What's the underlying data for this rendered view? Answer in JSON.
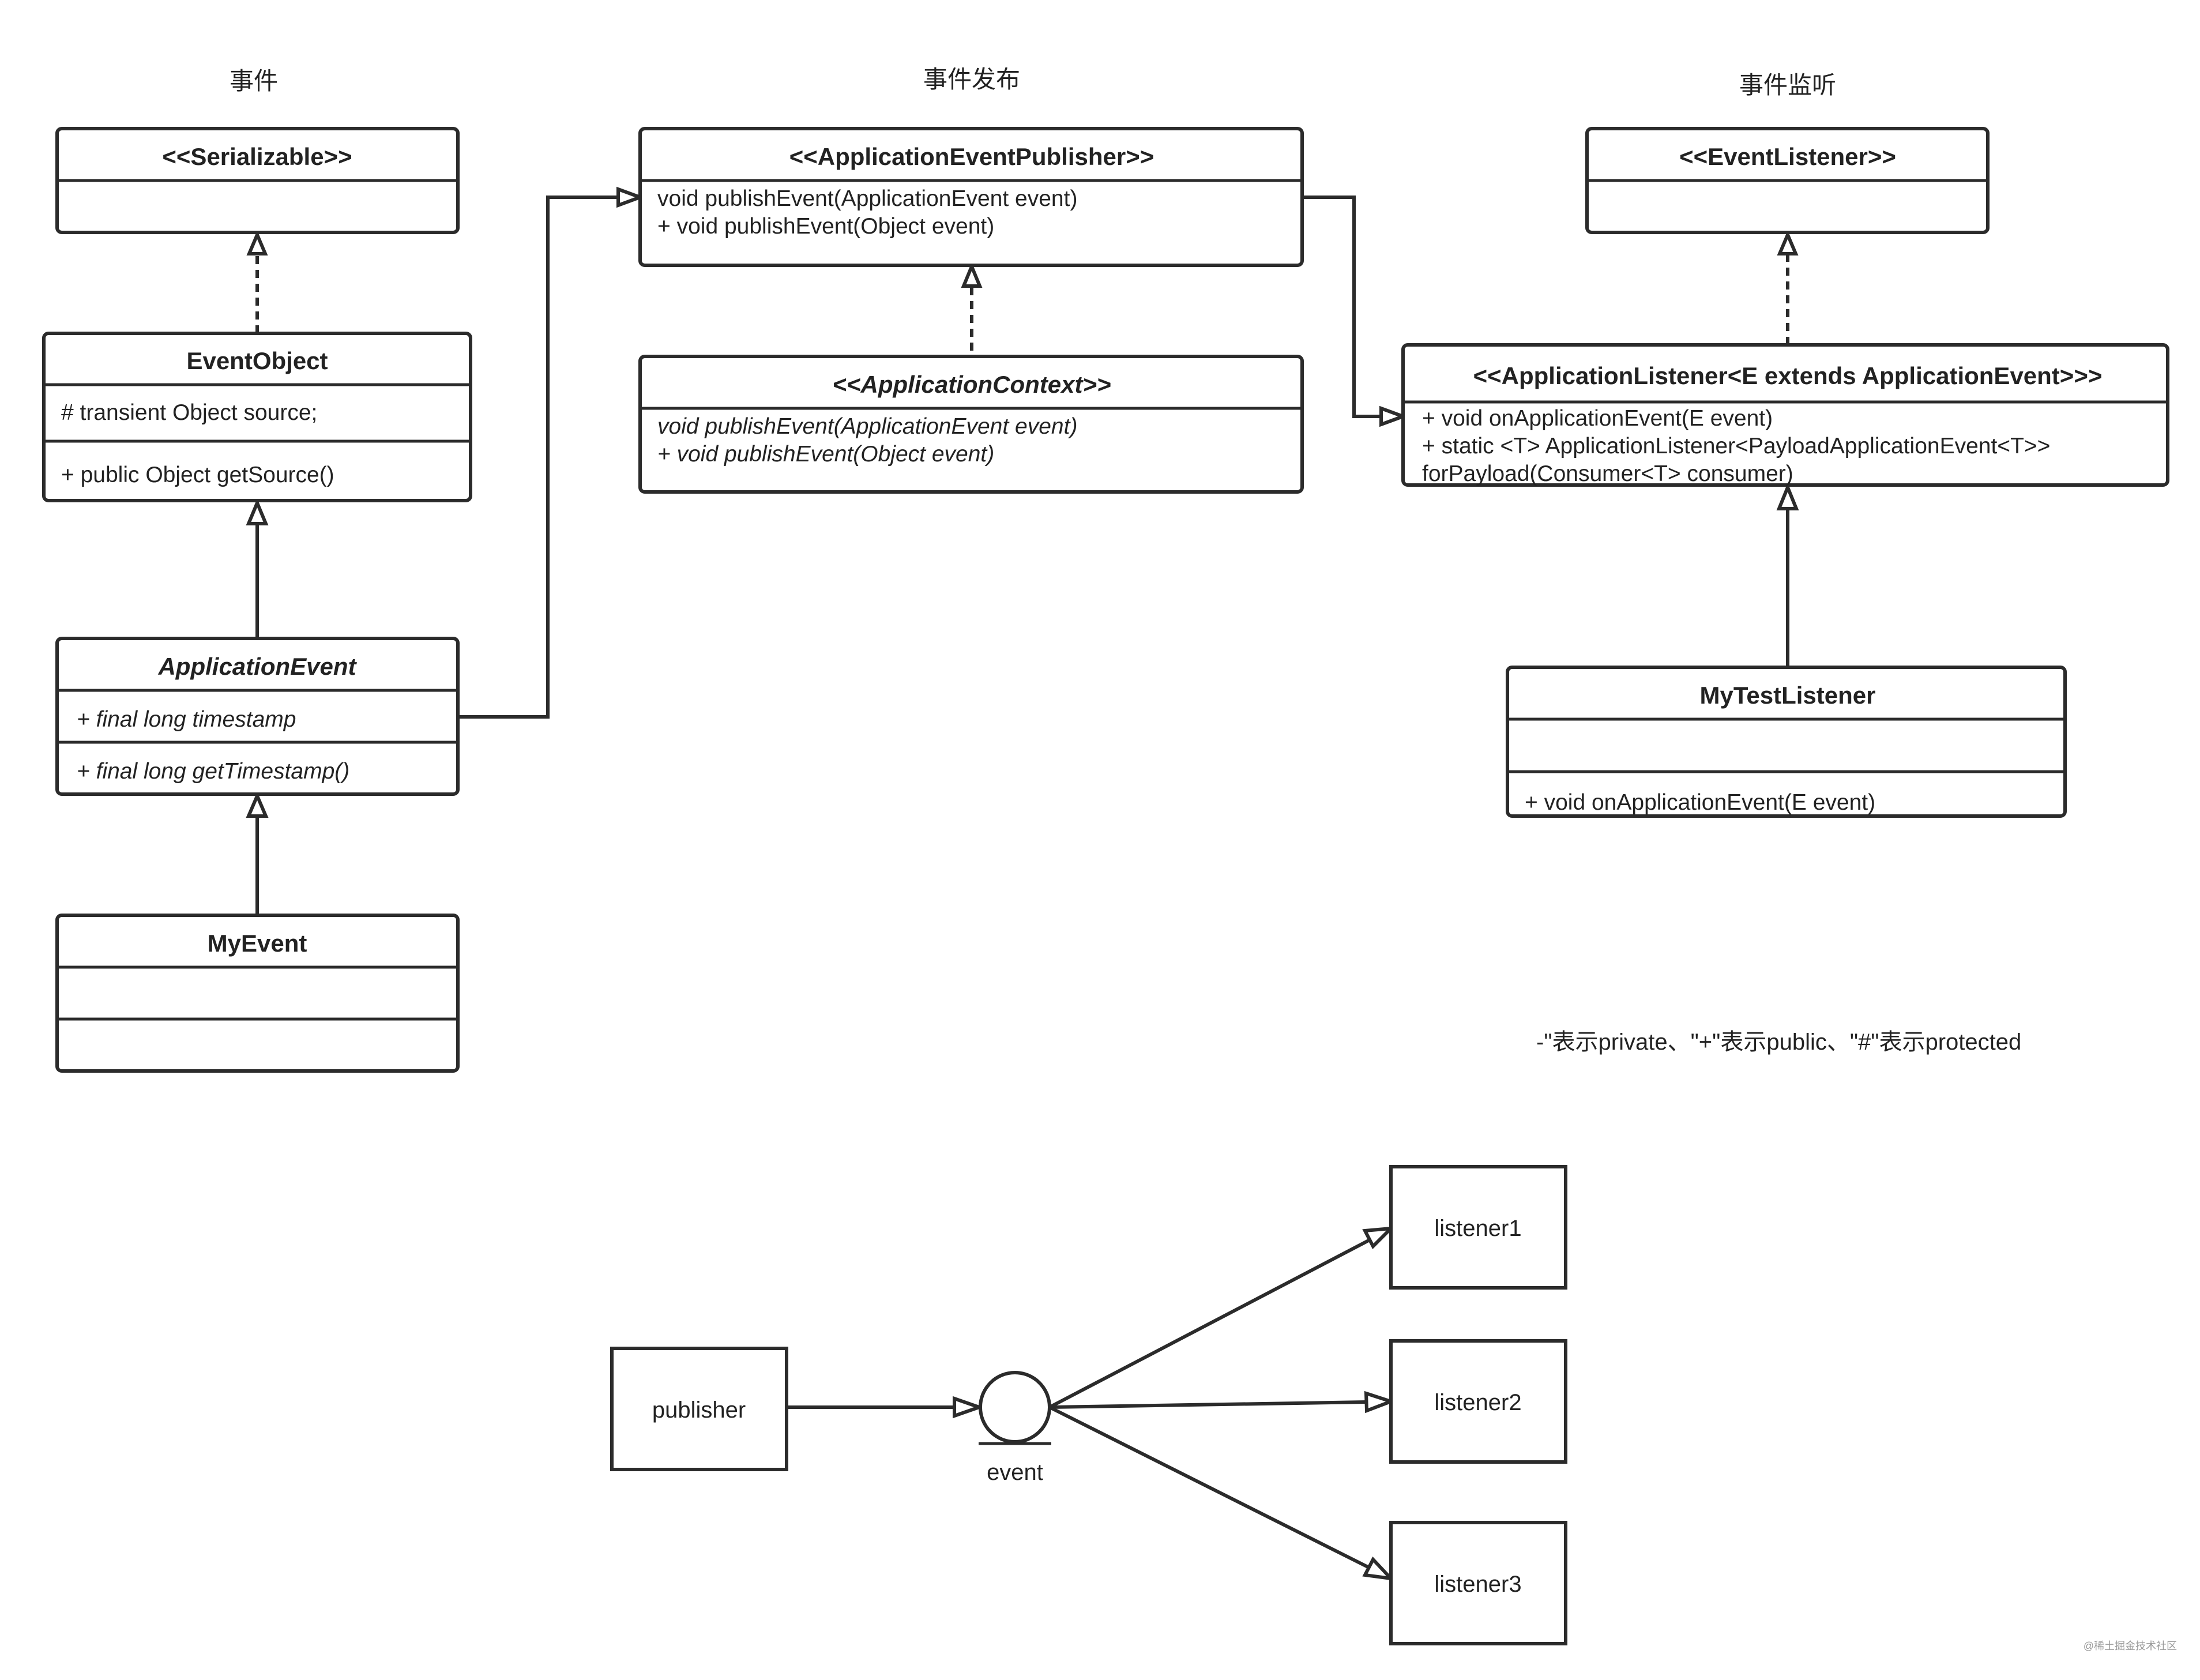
{
  "headers": {
    "event": "事件",
    "publish": "事件发布",
    "listen": "事件监听"
  },
  "classes": {
    "serializable": {
      "title": "<<Serializable>>",
      "attrs": [],
      "methods": []
    },
    "event_object": {
      "title": "EventObject",
      "attrs": [
        "# transient Object  source;"
      ],
      "methods": [
        "+ public Object getSource()"
      ]
    },
    "application_event": {
      "title": "ApplicationEvent",
      "attrs": [
        "+ final long timestamp"
      ],
      "methods": [
        "+ final long getTimestamp()"
      ]
    },
    "my_event": {
      "title": "MyEvent",
      "attrs": [],
      "methods": []
    },
    "publisher_iface": {
      "title": "<<ApplicationEventPublisher>>",
      "attrs": [
        "void publishEvent(ApplicationEvent event)",
        "+ void publishEvent(Object event)"
      ],
      "methods": []
    },
    "app_context": {
      "title": "<<ApplicationContext>>",
      "attrs": [
        "void publishEvent(ApplicationEvent event)",
        "+ void publishEvent(Object event)"
      ],
      "methods": []
    },
    "event_listener": {
      "title": "<<EventListener>>",
      "attrs": [],
      "methods": []
    },
    "app_listener": {
      "title": "<<ApplicationListener<E extends ApplicationEvent>>>",
      "attrs": [
        "+ void onApplicationEvent(E event)",
        "+ static <T> ApplicationListener<PayloadApplicationEvent<T>>",
        "forPayload(Consumer<T> consumer)"
      ],
      "methods": []
    },
    "my_test_listener": {
      "title": "MyTestListener",
      "attrs": [],
      "methods": [
        "+ void onApplicationEvent(E event)"
      ]
    }
  },
  "note": "-\"表示private、\"+\"表示public、\"#\"表示protected",
  "flow": {
    "publisher": "publisher",
    "event": "event",
    "listeners": [
      "listener1",
      "listener2",
      "listener3"
    ]
  },
  "watermark": "@稀土掘金技术社区"
}
